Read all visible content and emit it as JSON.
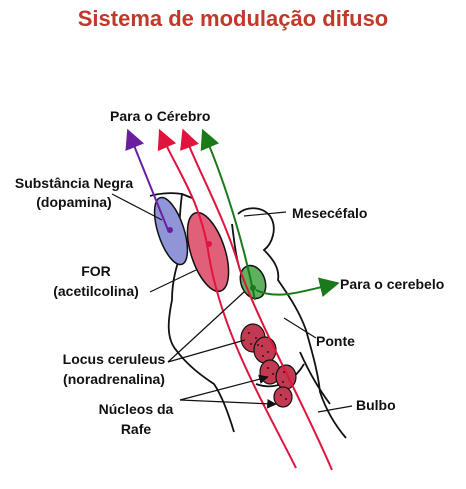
{
  "title": "Sistema de modulação difuso",
  "colors": {
    "title": "#c0392b",
    "purple": "#6a1fa0",
    "red": "#e0143c",
    "green": "#1a7a1a",
    "blue_fill": "#8f95d6",
    "pink_fill": "#e0607a",
    "green_fill": "#5fb05f",
    "raphe_fill": "#c23a52",
    "outline": "#111111"
  },
  "labels": {
    "para_cerebro": "Para o Cérebro",
    "substancia_l1": "Substância Negra",
    "substancia_l2": "(dopamina)",
    "mesencefalo": "Mesecéfalo",
    "for_l1": "FOR",
    "for_l2": "(acetilcolina)",
    "para_cerebelo": "Para o cerebelo",
    "ponte": "Ponte",
    "locus_l1": "Locus ceruleus",
    "locus_l2": "(noradrenalina)",
    "nucleos_l1": "Núcleos da",
    "nucleos_l2": "Rafe",
    "bulbo": "Bulbo"
  }
}
